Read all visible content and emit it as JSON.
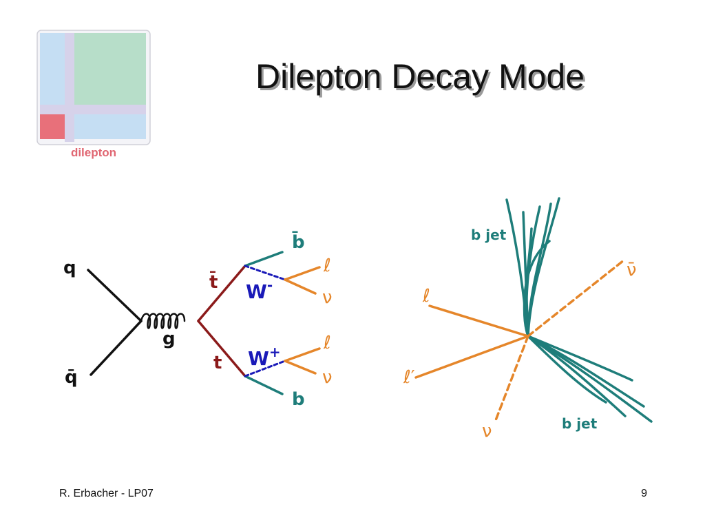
{
  "slide": {
    "title": "Dilepton Decay Mode",
    "footer_author": "R. Erbacher - LP07",
    "page_number": "9"
  },
  "logo": {
    "label": "dilepton",
    "colors": {
      "blue": "#c5def3",
      "green": "#b7dec9",
      "red": "#e8707a",
      "band": "#d6d2ea",
      "label": "#e06672"
    }
  },
  "feynman": {
    "q": "q",
    "qbar": "q̄",
    "g": "g",
    "tbar": "t̄",
    "t": "t",
    "wminus": "W",
    "wminus_sign": "-",
    "wplus": "W",
    "wplus_sign": "+",
    "bbar": "b̄",
    "b": "b",
    "ell": "ℓ",
    "nu": "ν",
    "colors": {
      "quark": "#111111",
      "top": "#8b1a1a",
      "w": "#1a1ab8",
      "bquark": "#1e7d7a",
      "lepton": "#e5862a"
    }
  },
  "event": {
    "bjet_top": "b jet",
    "bjet_bottom": "b jet",
    "ell": "ℓ",
    "ellprime": "ℓ′",
    "nubar": "ν̄",
    "nu": "ν",
    "colors": {
      "jet": "#1e7d7a",
      "lepton": "#e5862a"
    }
  }
}
